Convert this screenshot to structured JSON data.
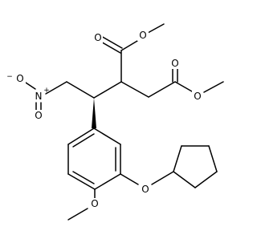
{
  "molecule": {
    "atoms": {
      "o_ester1_carbonyl": "O",
      "o_ester1_ether": "O",
      "o_ester2_carbonyl": "O",
      "o_ester2_ether": "O",
      "nitro_o_minus": "O",
      "nitro_minus_charge": "−",
      "nitro_n": "N",
      "nitro_plus_charge": "+",
      "nitro_o": "O",
      "o_cyclopentyloxy": "O",
      "o_methoxy": "O"
    },
    "colors": {
      "bond": "#000000",
      "label": "#000000",
      "background": "#ffffff"
    }
  }
}
